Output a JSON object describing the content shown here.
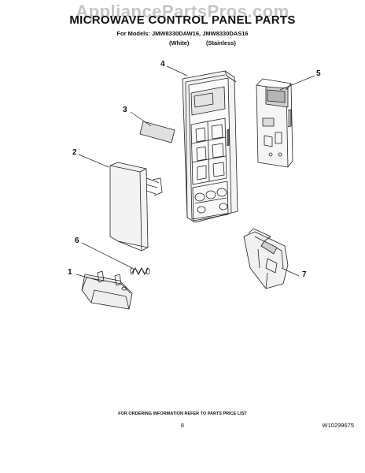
{
  "watermark": "AppliancePartsPros.com",
  "title": "MICROWAVE CONTROL PANEL PARTS",
  "models_line": "For Models: JMW8330DAW16, JMW8330DAS16",
  "finish": {
    "white": "(White)",
    "stainless": "(Stainless)"
  },
  "callouts": [
    "1",
    "2",
    "3",
    "4",
    "5",
    "6",
    "7"
  ],
  "footer": {
    "ordering_note": "FOR ORDERING INFORMATION REFER TO PARTS PRICE LIST",
    "page_number": "8",
    "document_number": "W10299675"
  }
}
